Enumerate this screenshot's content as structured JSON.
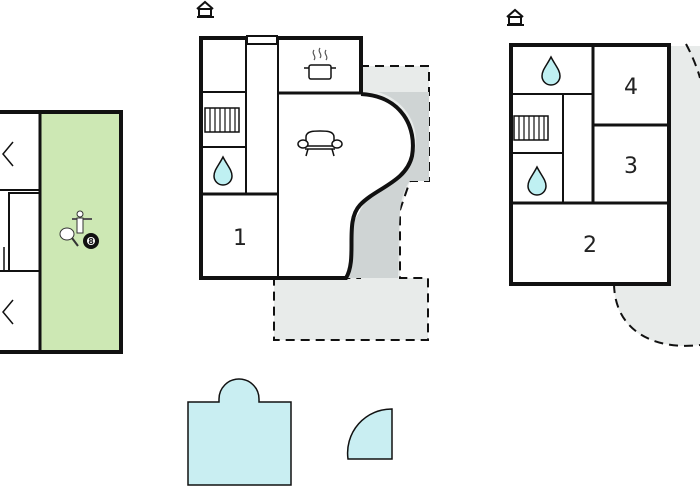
{
  "colors": {
    "wall": "#111111",
    "game_room": "#cde8b4",
    "terrace": "#e8ebea",
    "terrace_dark": "#cfd4d4",
    "pool": "#c9eef2",
    "water": "#bff0f2",
    "background": "#ffffff"
  },
  "icons": {
    "house_marker": "house-icon",
    "kitchen": "cooking-pot-icon",
    "living": "sofa-icon",
    "bathroom": "water-drop-icon",
    "stairs": "staircase-icon",
    "games": "table-football-icon"
  },
  "floors": {
    "left_floor": {
      "room_labels": [
        "1"
      ],
      "billiard_ball": "8"
    },
    "right_floor": {
      "room_labels": [
        "4",
        "3",
        "2"
      ]
    }
  }
}
